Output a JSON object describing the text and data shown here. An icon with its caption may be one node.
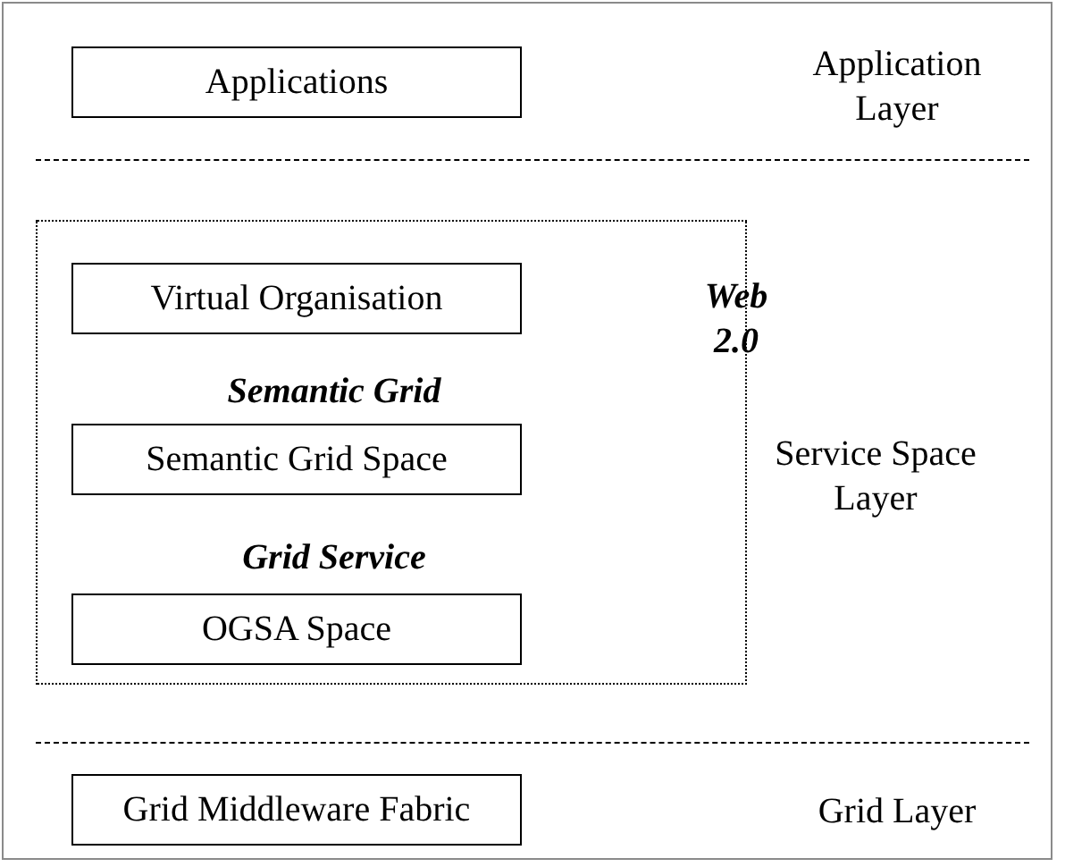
{
  "diagram": {
    "nodes": [
      {
        "text": [
          "Applications"
        ]
      },
      {
        "text": [],
        "shape": "box"
      },
      {
        "text": [
          "Virtual Organisation"
        ],
        "in": 1
      },
      {
        "text": [
          "Semantic Grid Space"
        ],
        "in": 1
      },
      {
        "text": [
          "OGSA Space"
        ],
        "in": 1
      },
      {
        "text": [
          "Grid Middleware Fabric"
        ]
      }
    ],
    "edges": [],
    "labels": [
      "Application Layer",
      "Web 2.0",
      "Semantic Grid",
      "Grid Service",
      "Service Space Layer",
      "Grid Layer"
    ]
  }
}
